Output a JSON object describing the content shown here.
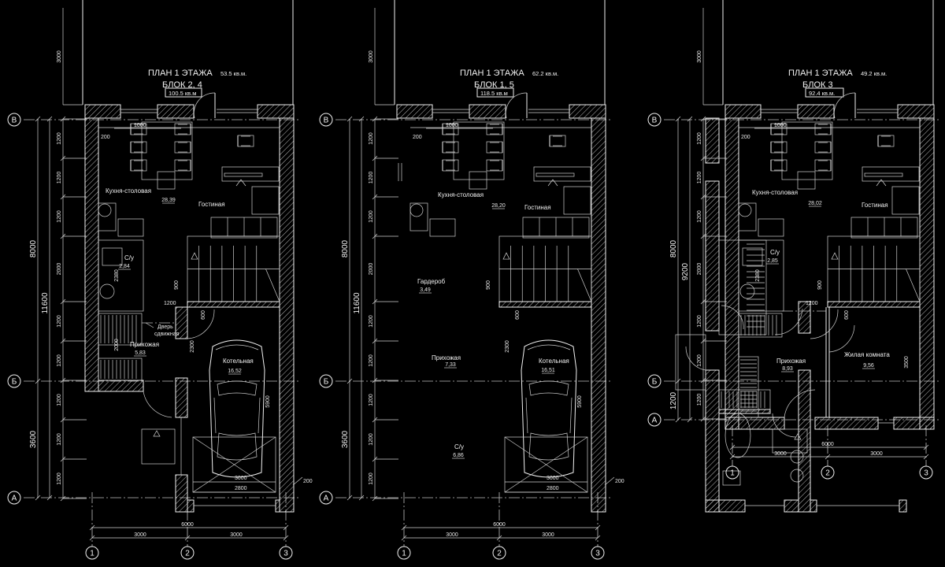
{
  "plans": [
    {
      "title": "ПЛАН 1 ЭТАЖА",
      "area": "53.5 кв.м.",
      "block": "БЛОК 2, 4",
      "total": "100.5 кв.м",
      "axes": {
        "rows": [
          "В",
          "Б",
          "А"
        ],
        "cols": [
          "1",
          "2",
          "3"
        ]
      },
      "rooms": [
        {
          "name": "Кухня-столовая",
          "area": "28,39"
        },
        {
          "name": "Гостиная"
        },
        {
          "name": "С/у",
          "area": "2,84"
        },
        {
          "name": "Прихожая",
          "area": "5,83"
        },
        {
          "name": "Котельная",
          "area": "16,52"
        }
      ],
      "notes": [
        "Дверь",
        "сдвижная"
      ],
      "dims": {
        "top": "3000",
        "overall": "8000",
        "total": "11600",
        "lower": "3600",
        "chain": [
          "1200",
          "1200",
          "1200",
          "2000",
          "1200",
          "1200",
          "1200",
          "1200",
          "1200"
        ],
        "width": "6000",
        "bays": [
          "3000",
          "3000"
        ],
        "inner": [
          "1000",
          "200",
          "2380",
          "900",
          "1200",
          "600",
          "2300",
          "2000",
          "5900",
          "3000",
          "2800",
          "200"
        ]
      }
    },
    {
      "title": "ПЛАН 1 ЭТАЖА",
      "area": "62.2 кв.м.",
      "block": "БЛОК 1, 5",
      "total": "118.5 кв.м",
      "axes": {
        "rows": [
          "В",
          "Б",
          "А"
        ],
        "cols": [
          "1",
          "2",
          "3"
        ]
      },
      "rooms": [
        {
          "name": "Кухня-столовая",
          "area": "28,20"
        },
        {
          "name": "Гостиная"
        },
        {
          "name": "Гардероб",
          "area": "3,49"
        },
        {
          "name": "Прихожая",
          "area": "7,33"
        },
        {
          "name": "Котельная",
          "area": "16,51"
        },
        {
          "name": "С/у",
          "area": "6,86"
        }
      ],
      "dims": {
        "top": "3000",
        "overall": "8000",
        "total": "11600",
        "lower": "3600",
        "chain": [
          "1200",
          "1200",
          "1200",
          "2000",
          "1200",
          "1200",
          "1200",
          "1200",
          "1200"
        ],
        "width": "6000",
        "bays": [
          "3000",
          "3000"
        ],
        "inner": [
          "1000",
          "200",
          "900",
          "600",
          "2300",
          "5900",
          "3000",
          "2800",
          "200"
        ]
      }
    },
    {
      "title": "ПЛАН 1 ЭТАЖА",
      "area": "49.2 кв.м.",
      "block": "БЛОК 3",
      "total": "92.4 кв.м.",
      "axes": {
        "rows": [
          "В",
          "Б",
          "А"
        ],
        "cols": [
          "1",
          "2",
          "3"
        ]
      },
      "rooms": [
        {
          "name": "Кухня-столовая",
          "area": "28,02"
        },
        {
          "name": "Гостиная"
        },
        {
          "name": "С/у",
          "area": "2,85"
        },
        {
          "name": "Прихожая",
          "area": "8,93"
        },
        {
          "name": "Жилая комната",
          "area": "9,56"
        }
      ],
      "dims": {
        "top": "3000",
        "overall": "8000",
        "total": "9200",
        "lower": "1200",
        "chain": [
          "1200",
          "1200",
          "1200",
          "2000",
          "1200",
          "1200",
          "1200"
        ],
        "width": "6000",
        "bays": [
          "3000",
          "3000"
        ],
        "inner": [
          "1000",
          "200",
          "2380",
          "900",
          "1200",
          "600",
          "3500"
        ]
      }
    }
  ]
}
